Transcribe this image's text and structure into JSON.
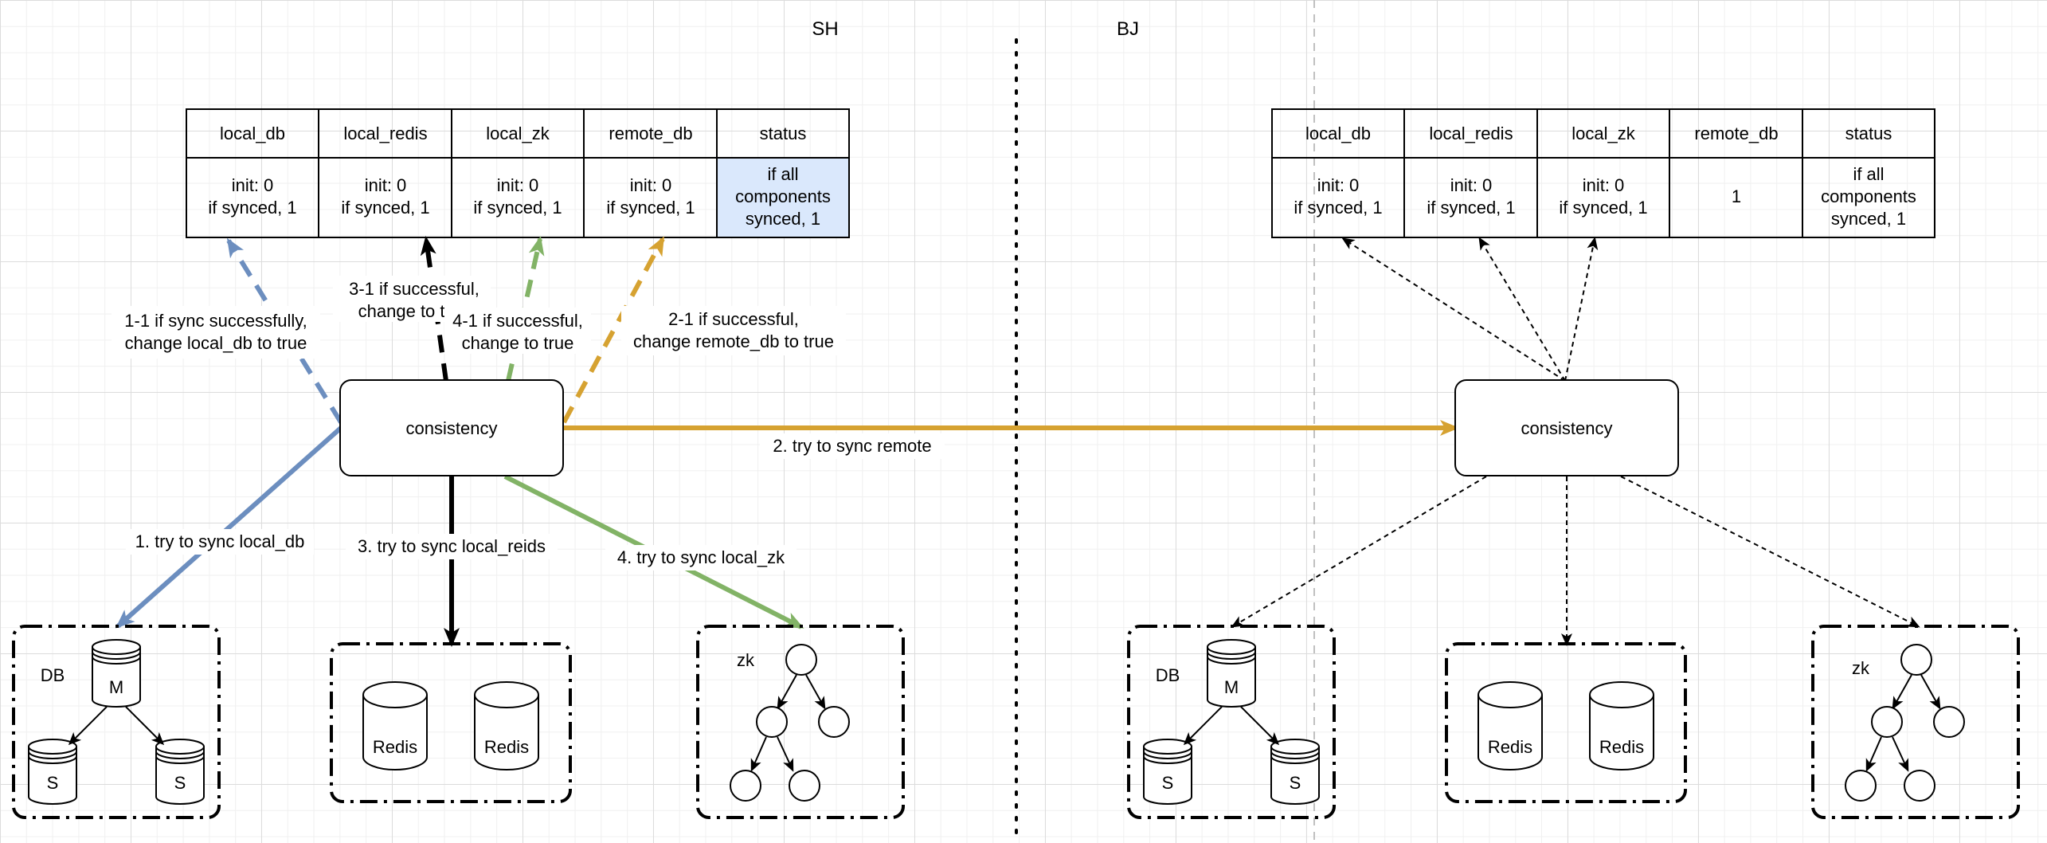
{
  "regions": {
    "left": "SH",
    "right": "BJ"
  },
  "tables": {
    "sh": {
      "headers": [
        "local_db",
        "local_redis",
        "local_zk",
        "remote_db",
        "status"
      ],
      "cells": [
        [
          "init: 0",
          "if synced, 1"
        ],
        [
          "init: 0",
          "if synced, 1"
        ],
        [
          "init: 0",
          "if synced, 1"
        ],
        [
          "init: 0",
          "if synced, 1"
        ],
        [
          "if all",
          "components",
          "synced, 1"
        ]
      ]
    },
    "bj": {
      "headers": [
        "local_db",
        "local_redis",
        "local_zk",
        "remote_db",
        "status"
      ],
      "cells": [
        [
          "init: 0",
          "if synced, 1"
        ],
        [
          "init: 0",
          "if synced, 1"
        ],
        [
          "init: 0",
          "if synced, 1"
        ],
        [
          "1"
        ],
        [
          "if all",
          "components",
          "synced, 1"
        ]
      ]
    }
  },
  "nodes": {
    "sh_consistency": "consistency",
    "bj_consistency": "consistency"
  },
  "edge_labels": {
    "sync_local_db": "1. try to sync local_db",
    "sync_remote": "2. try to sync remote",
    "sync_local_redis": "3. try to sync local_reids",
    "sync_local_zk": "4. try to sync local_zk",
    "update_local_db": [
      "1-1 if sync successfully,",
      "change local_db to true"
    ],
    "update_remote_db": [
      "2-1 if successful,",
      "change remote_db to true"
    ],
    "update_local_redis": [
      "3-1 if successful,",
      "change to true"
    ],
    "update_local_zk": [
      "4-1 if successful,",
      "change to true"
    ]
  },
  "groups": {
    "db_label": "DB",
    "zk_label": "zk",
    "db_master": "M",
    "db_slave": "S",
    "redis": "Redis"
  },
  "colors": {
    "blue": "#6c8ebf",
    "gold": "#d6a231",
    "green": "#82b366",
    "highlight_fill": "#dae8fc"
  }
}
